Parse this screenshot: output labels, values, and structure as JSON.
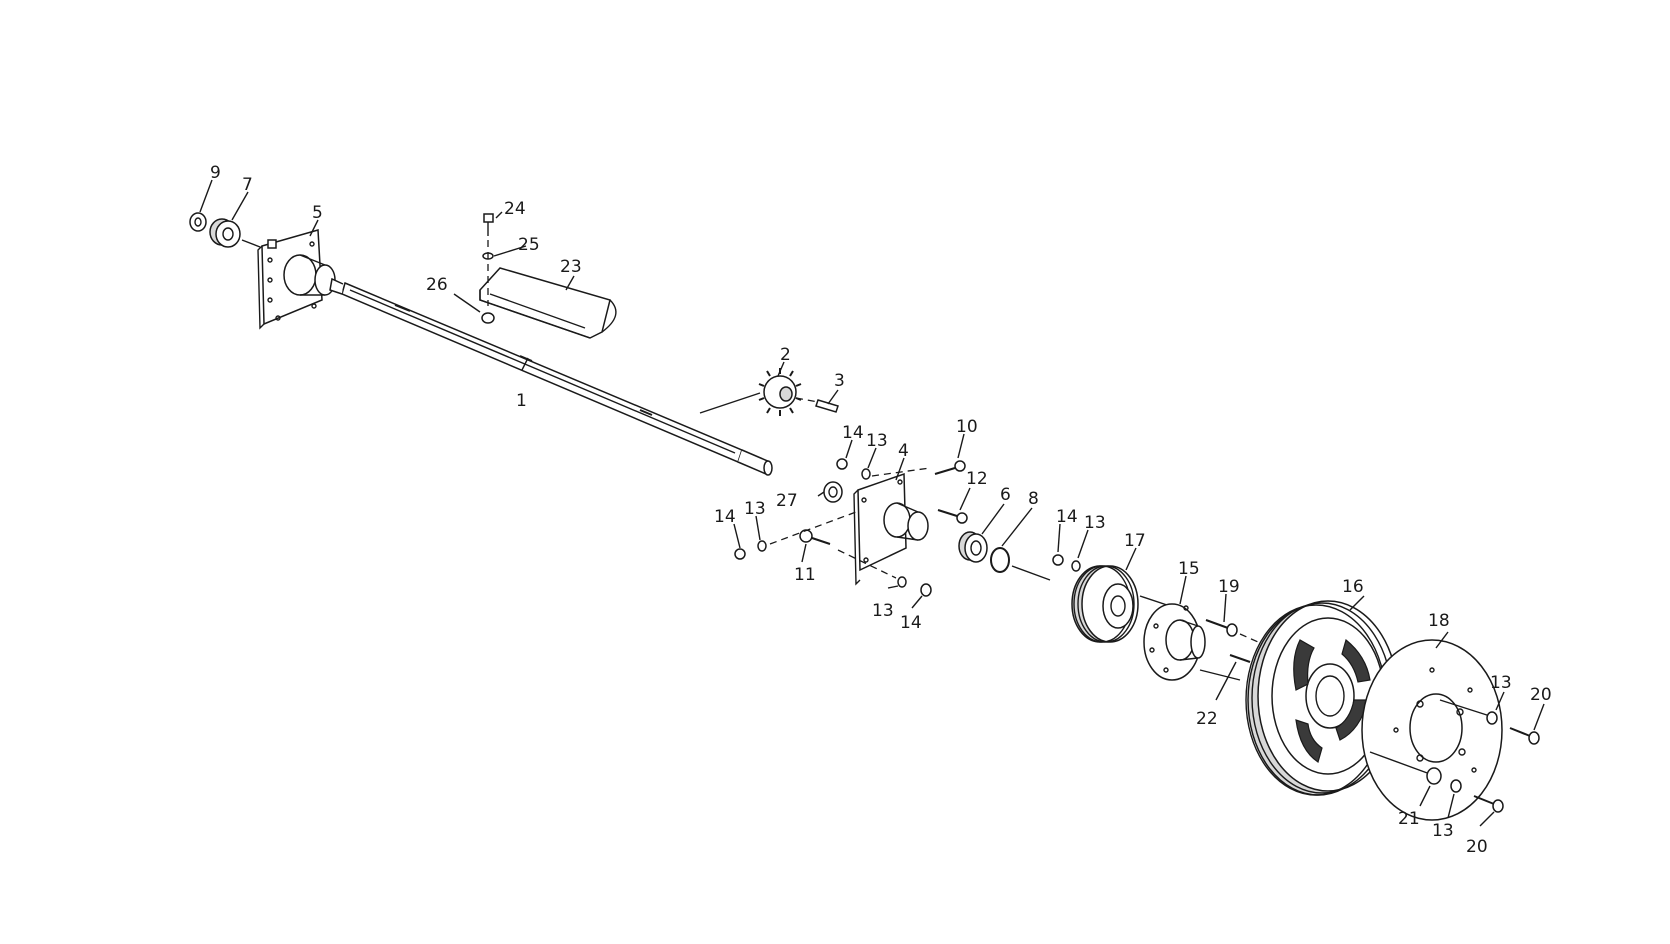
{
  "labels": {
    "l1": "1",
    "l2": "2",
    "l3": "3",
    "l4": "4",
    "l5": "5",
    "l6": "6",
    "l7": "7",
    "l8": "8",
    "l9": "9",
    "l10": "10",
    "l11": "11",
    "l12": "12",
    "l13a": "13",
    "l13b": "13",
    "l13c": "13",
    "l13d": "13",
    "l13e": "13",
    "l13f": "13",
    "l14a": "14",
    "l14b": "14",
    "l14c": "14",
    "l14d": "14",
    "l15": "15",
    "l16": "16",
    "l17": "17",
    "l18": "18",
    "l19": "19",
    "l20a": "20",
    "l20b": "20",
    "l21": "21",
    "l22": "22",
    "l23": "23",
    "l24": "24",
    "l25": "25",
    "l26": "26",
    "l27": "27"
  }
}
